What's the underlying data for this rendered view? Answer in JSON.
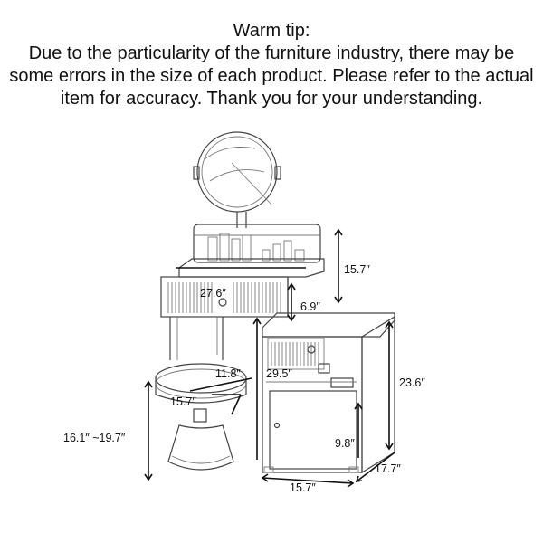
{
  "tip": {
    "title": "Warm tip:",
    "line1": "Due to the particularity of the furniture industry, there may be",
    "line2": "some errors in the size of each product. Please refer to the actual",
    "line3": "item for accuracy. Thank you for your understanding."
  },
  "dimensions": {
    "mirror_height": "15.7″",
    "desk_width": "27.6″",
    "drawer_height": "6.9″",
    "stool_depth": "11.8″",
    "cabinet_height_left": "29.5″",
    "cabinet_height_right": "23.6″",
    "stool_width": "15.7″",
    "stool_height": "16.1″ ~19.7″",
    "door_height": "9.8″",
    "cabinet_width": "15.7″",
    "cabinet_depth": "17.7″"
  }
}
